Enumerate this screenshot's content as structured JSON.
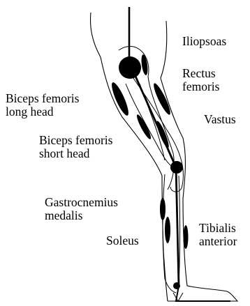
{
  "colors": {
    "ink": "#000000",
    "background": "#ffffff"
  },
  "labels": {
    "iliopsoas": "Iliopsoas",
    "rectus_femoris_1": "Rectus",
    "rectus_femoris_2": "femoris",
    "biceps_long_1": "Biceps femoris",
    "biceps_long_2": "long head",
    "vastus": "Vastus",
    "biceps_short_1": "Biceps femoris",
    "biceps_short_2": "short head",
    "gastrocnemius_1": "Gastrocnemius",
    "gastrocnemius_2": "medalis",
    "soleus": "Soleus",
    "tibialis_1": "Tibialis",
    "tibialis_2": "anterior"
  }
}
